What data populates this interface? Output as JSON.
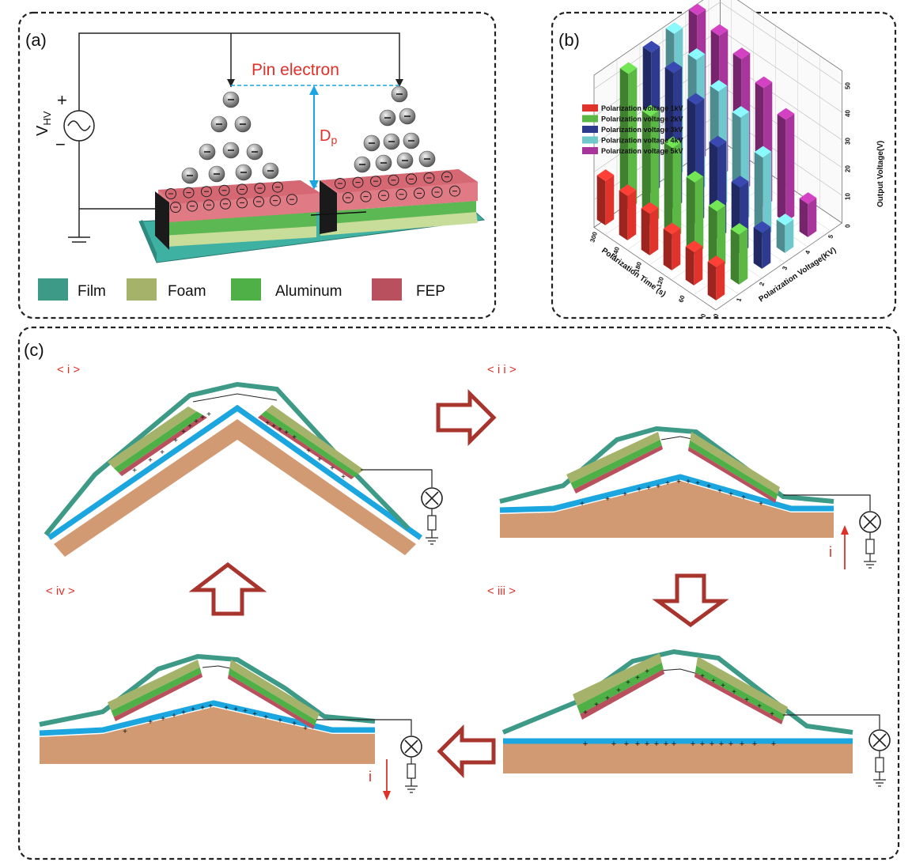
{
  "panel_a": {
    "label": "(a)",
    "pin_label": "Pin electron",
    "hv_main": "V",
    "hv_sub": "HV",
    "plus": "+",
    "minus": "−",
    "dp_main": "D",
    "dp_sub": "p",
    "legend": [
      {
        "name": "Film",
        "color": "#3d9a86"
      },
      {
        "name": "Foam",
        "color": "#a5b26a"
      },
      {
        "name": "Aluminum",
        "color": "#4fb047"
      },
      {
        "name": "FEP",
        "color": "#b8505e"
      }
    ]
  },
  "panel_b": {
    "label": "(b)",
    "chart_data": {
      "type": "bar3d",
      "legend": [
        {
          "name": "Polarization voltage 1kV",
          "color": "#e0332c"
        },
        {
          "name": "Polarization voltage 2kV",
          "color": "#5cb845"
        },
        {
          "name": "Polarization voltage 3kV",
          "color": "#2e3a8e"
        },
        {
          "name": "Polarization voltage 4kV",
          "color": "#6fc8cc"
        },
        {
          "name": "Polarization voltage 5kV",
          "color": "#a8359b"
        }
      ],
      "xlabel": "Polarization Time (s)",
      "ylabel": "Polarization Voltage(KV)",
      "zlabel": "Output Voltage(V)",
      "x_ticks": [
        "0",
        "60",
        "120",
        "180",
        "240",
        "300"
      ],
      "y_ticks": [
        "0",
        "1",
        "2",
        "3",
        "4",
        "5"
      ],
      "z_ticks": [
        "0",
        "10",
        "20",
        "30",
        "40",
        "50"
      ],
      "series": [
        {
          "name": "Polarization voltage 1kV",
          "values": [
            12,
            12,
            13,
            15,
            16,
            16
          ]
        },
        {
          "name": "Polarization voltage 2kV",
          "values": [
            18,
            21,
            26,
            33,
            39,
            49
          ]
        },
        {
          "name": "Polarization voltage 3kV",
          "values": [
            13,
            24,
            33,
            43,
            49,
            51
          ]
        },
        {
          "name": "Polarization voltage 4kV",
          "values": [
            10,
            29,
            38,
            42,
            48,
            52
          ]
        },
        {
          "name": "Polarization voltage 5kV",
          "values": [
            12,
            37,
            43,
            48,
            51,
            53
          ]
        }
      ]
    }
  },
  "panel_c": {
    "label": "(c)",
    "steps": [
      "< i >",
      "< i i >",
      "< iii >",
      "< iv >"
    ],
    "current": "i"
  }
}
